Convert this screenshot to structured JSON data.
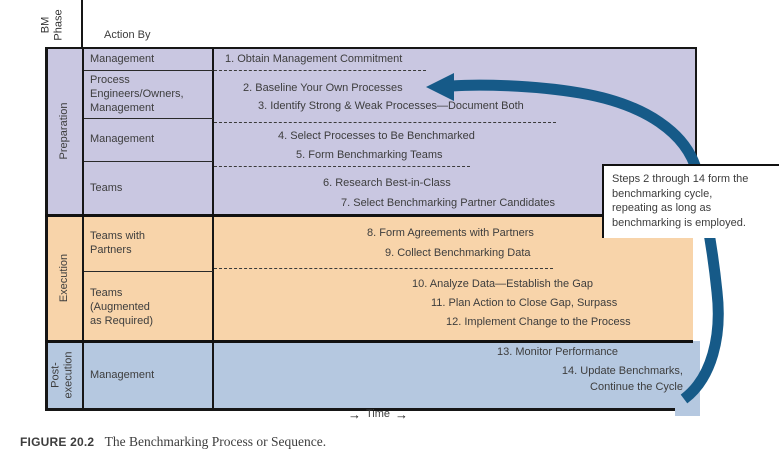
{
  "figure": {
    "caption_label": "FIGURE 20.2",
    "caption_title": "The Benchmarking Process or Sequence."
  },
  "header": {
    "phase_axis_label": "BM\nPhase",
    "action_by_label": "Action By"
  },
  "time_axis": {
    "label": "Time",
    "arrow_glyph": "→"
  },
  "phases": [
    {
      "name": "Preparation",
      "color": "#c9c7e1"
    },
    {
      "name": "Execution",
      "color": "#f8d4aa"
    },
    {
      "name": "Post-\nexecution",
      "color": "#b5c8e0"
    }
  ],
  "action_rows": [
    {
      "label": "Management"
    },
    {
      "label": "Process\nEngineers/Owners,\nManagement"
    },
    {
      "label": "Management"
    },
    {
      "label": "Teams"
    },
    {
      "label": "Teams with\nPartners"
    },
    {
      "label": "Teams\n(Augmented\nas Required)"
    },
    {
      "label": "Management"
    }
  ],
  "steps": [
    {
      "label": "1. Obtain Management Commitment"
    },
    {
      "label": "2. Baseline Your Own Processes"
    },
    {
      "label": "3. Identify Strong & Weak Processes—Document Both"
    },
    {
      "label": "4. Select Processes to Be Benchmarked"
    },
    {
      "label": "5. Form Benchmarking Teams"
    },
    {
      "label": "6. Research Best-in-Class"
    },
    {
      "label": "7. Select Benchmarking Partner Candidates"
    },
    {
      "label": "8. Form Agreements with Partners"
    },
    {
      "label": "9. Collect Benchmarking Data"
    },
    {
      "label": "10. Analyze Data—Establish the Gap"
    },
    {
      "label": "11. Plan Action to Close Gap, Surpass"
    },
    {
      "label": "12. Implement Change to the Process"
    },
    {
      "label": "13. Monitor Performance"
    },
    {
      "label": "14. Update Benchmarks,\nContinue the Cycle"
    }
  ],
  "callout": {
    "text": "Steps 2 through 14 form the\nbenchmarking cycle,\nrepeating as long as\nbenchmarking is employed."
  },
  "colors": {
    "cycle_arrow": "#165a88",
    "border": "#111111",
    "text": "#3d3d3d"
  }
}
